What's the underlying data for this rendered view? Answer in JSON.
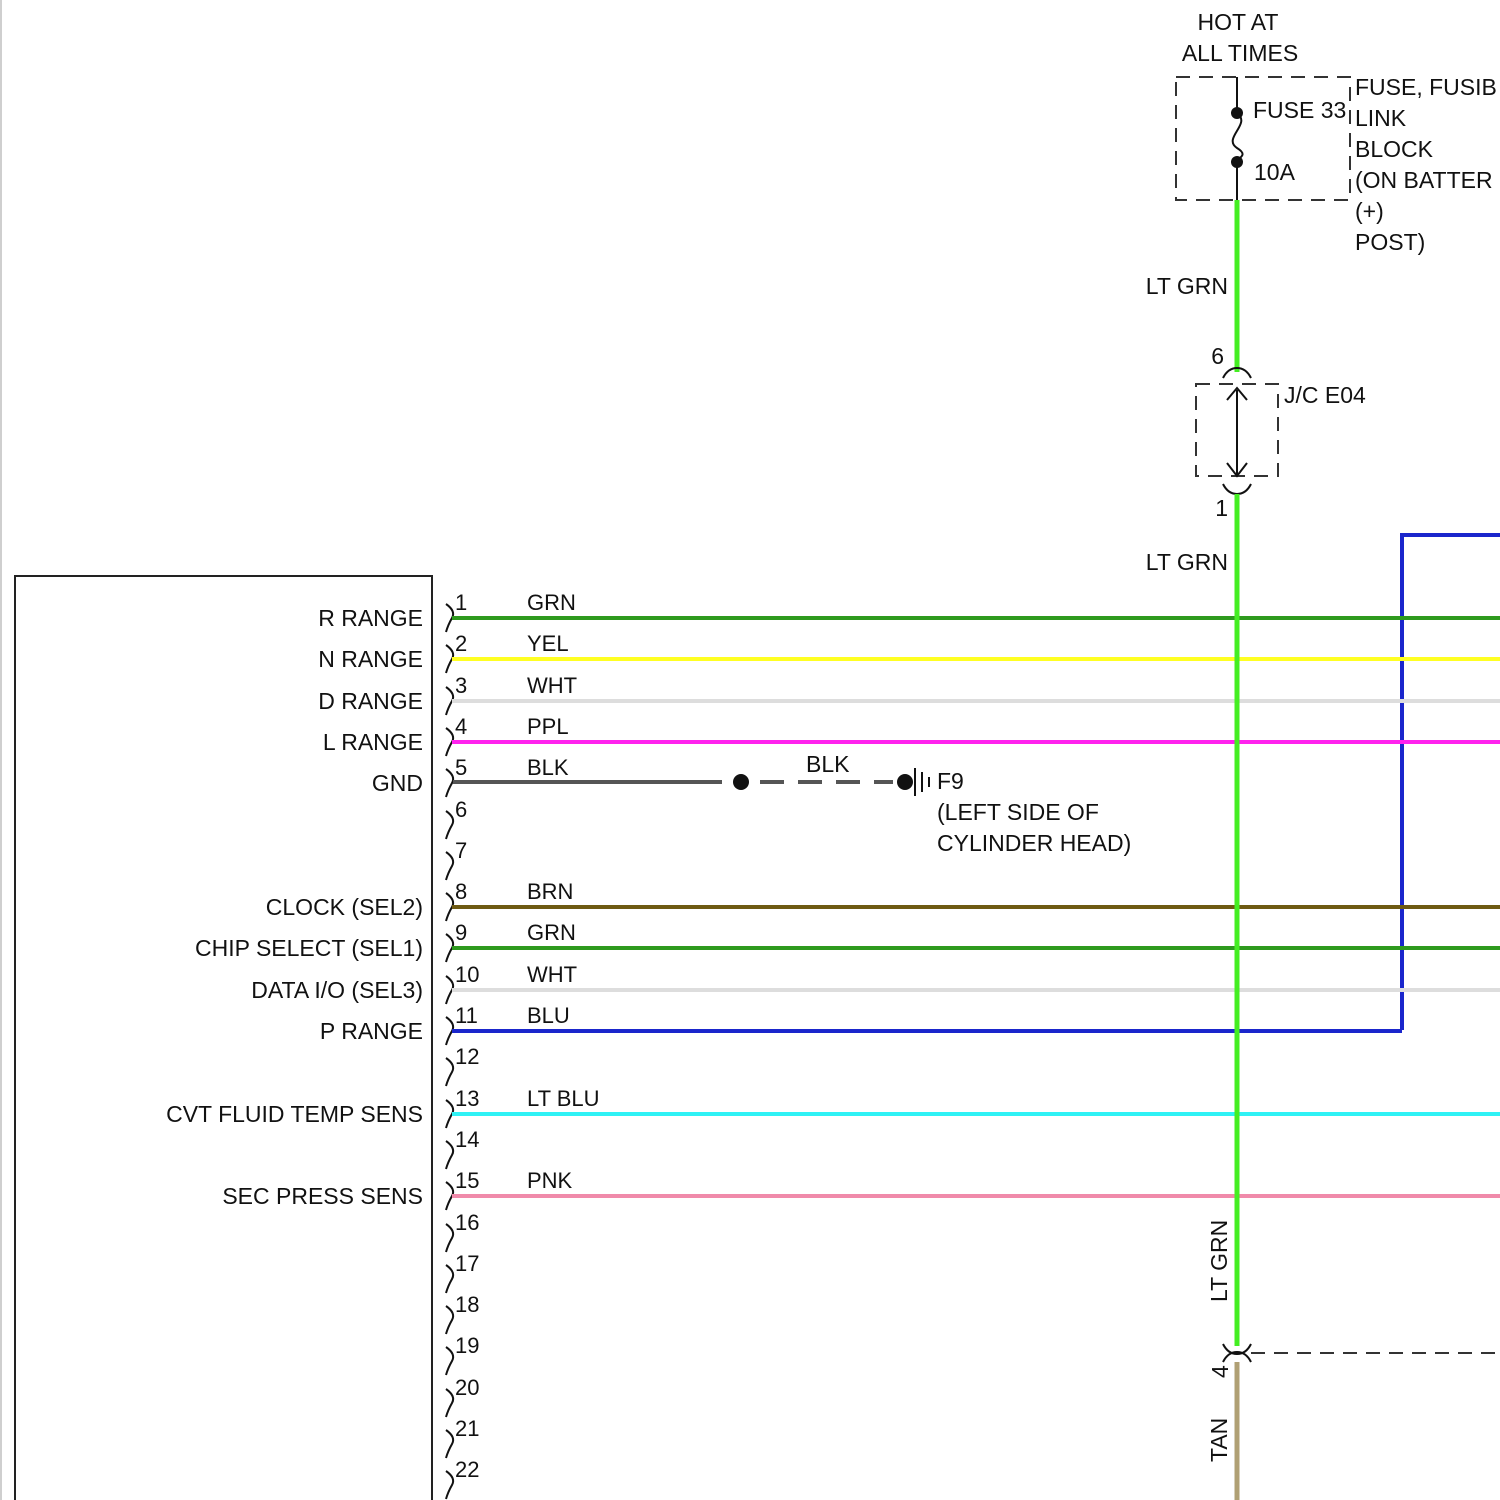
{
  "power": {
    "hot_line1": "HOT AT",
    "hot_line2": "ALL TIMES",
    "fuse_name": "FUSE 33",
    "fuse_rating": "10A",
    "block_label_lines": [
      "FUSE, FUSIB",
      "LINK",
      "BLOCK",
      "(ON BATTER",
      "(+)",
      "POST)"
    ],
    "feed_wire_color_label": "LT GRN"
  },
  "junction": {
    "name": "J/C E04",
    "pin_top": "6",
    "pin_bottom": "1",
    "out_wire_color_label": "LT GRN"
  },
  "bottom": {
    "vertical_wire_label": "LT GRN",
    "connector_pin": "4",
    "lower_wire_label": "TAN"
  },
  "ground": {
    "wire_label": "BLK",
    "name": "F9",
    "location_line1": "(LEFT SIDE OF",
    "location_line2": "CYLINDER HEAD)"
  },
  "module": {
    "pins": [
      {
        "num": "1",
        "func": "R RANGE",
        "wire": "GRN",
        "hex": "#2e9a1e"
      },
      {
        "num": "2",
        "func": "N RANGE",
        "wire": "YEL",
        "hex": "#ffff22"
      },
      {
        "num": "3",
        "func": "D RANGE",
        "wire": "WHT",
        "hex": "#dddddd"
      },
      {
        "num": "4",
        "func": "L RANGE",
        "wire": "PPL",
        "hex": "#ff22ee"
      },
      {
        "num": "5",
        "func": "GND",
        "wire": "BLK",
        "hex": "#555555"
      },
      {
        "num": "6",
        "func": "",
        "wire": "",
        "hex": ""
      },
      {
        "num": "7",
        "func": "",
        "wire": "",
        "hex": ""
      },
      {
        "num": "8",
        "func": "CLOCK (SEL2)",
        "wire": "BRN",
        "hex": "#6e5a12"
      },
      {
        "num": "9",
        "func": "CHIP SELECT (SEL1)",
        "wire": "GRN",
        "hex": "#2e9a1e"
      },
      {
        "num": "10",
        "func": "DATA I/O (SEL3)",
        "wire": "WHT",
        "hex": "#dddddd"
      },
      {
        "num": "11",
        "func": "P RANGE",
        "wire": "BLU",
        "hex": "#1a26cc"
      },
      {
        "num": "12",
        "func": "",
        "wire": "",
        "hex": ""
      },
      {
        "num": "13",
        "func": "CVT FLUID TEMP SENS",
        "wire": "LT BLU",
        "hex": "#2ef2f5"
      },
      {
        "num": "14",
        "func": "",
        "wire": "",
        "hex": ""
      },
      {
        "num": "15",
        "func": "SEC PRESS SENS",
        "wire": "PNK",
        "hex": "#f08aaa"
      },
      {
        "num": "16",
        "func": "",
        "wire": "",
        "hex": ""
      },
      {
        "num": "17",
        "func": "",
        "wire": "",
        "hex": ""
      },
      {
        "num": "18",
        "func": "",
        "wire": "",
        "hex": ""
      },
      {
        "num": "19",
        "func": "",
        "wire": "",
        "hex": ""
      },
      {
        "num": "20",
        "func": "",
        "wire": "",
        "hex": ""
      },
      {
        "num": "21",
        "func": "",
        "wire": "",
        "hex": ""
      },
      {
        "num": "22",
        "func": "",
        "wire": "",
        "hex": ""
      }
    ]
  },
  "colors": {
    "lt_grn": "#44ee22",
    "tan": "#b0a074",
    "blk": "#555555",
    "blu": "#1a26cc",
    "outline": "#222222",
    "dash": "#333333"
  }
}
